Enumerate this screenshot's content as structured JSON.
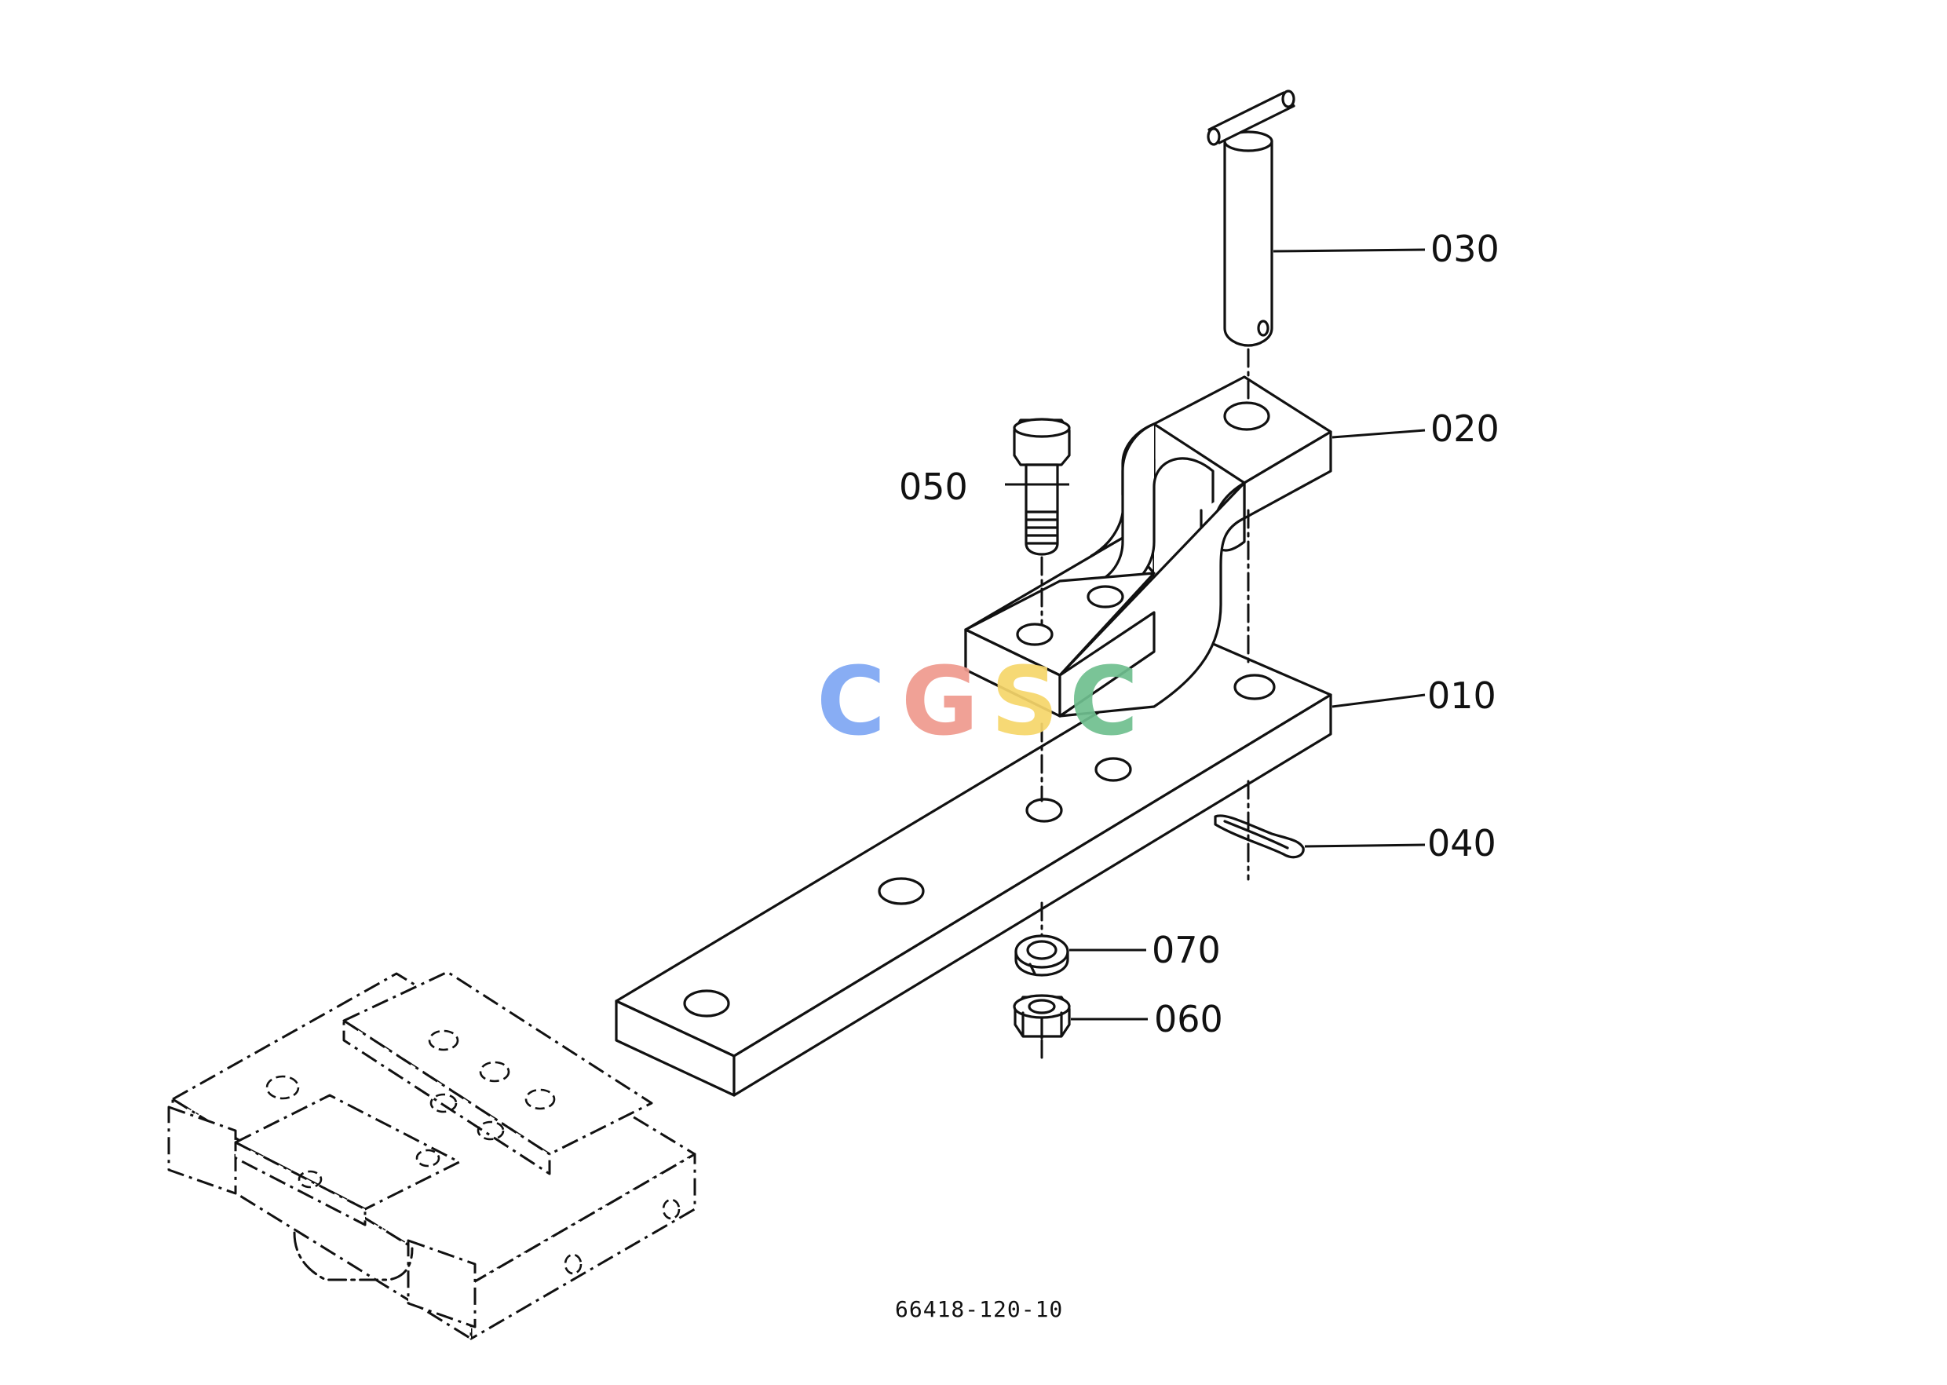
{
  "parts": [
    {
      "ref": "010"
    },
    {
      "ref": "020"
    },
    {
      "ref": "030"
    },
    {
      "ref": "040"
    },
    {
      "ref": "050"
    },
    {
      "ref": "060"
    },
    {
      "ref": "070"
    }
  ],
  "figure_number": "66418-120-10",
  "watermark": {
    "letters": [
      "C",
      "G",
      "S",
      "C"
    ],
    "colors": [
      "#7ea7f4",
      "#ef9a8e",
      "#f6d66a",
      "#6fbf8f"
    ]
  }
}
